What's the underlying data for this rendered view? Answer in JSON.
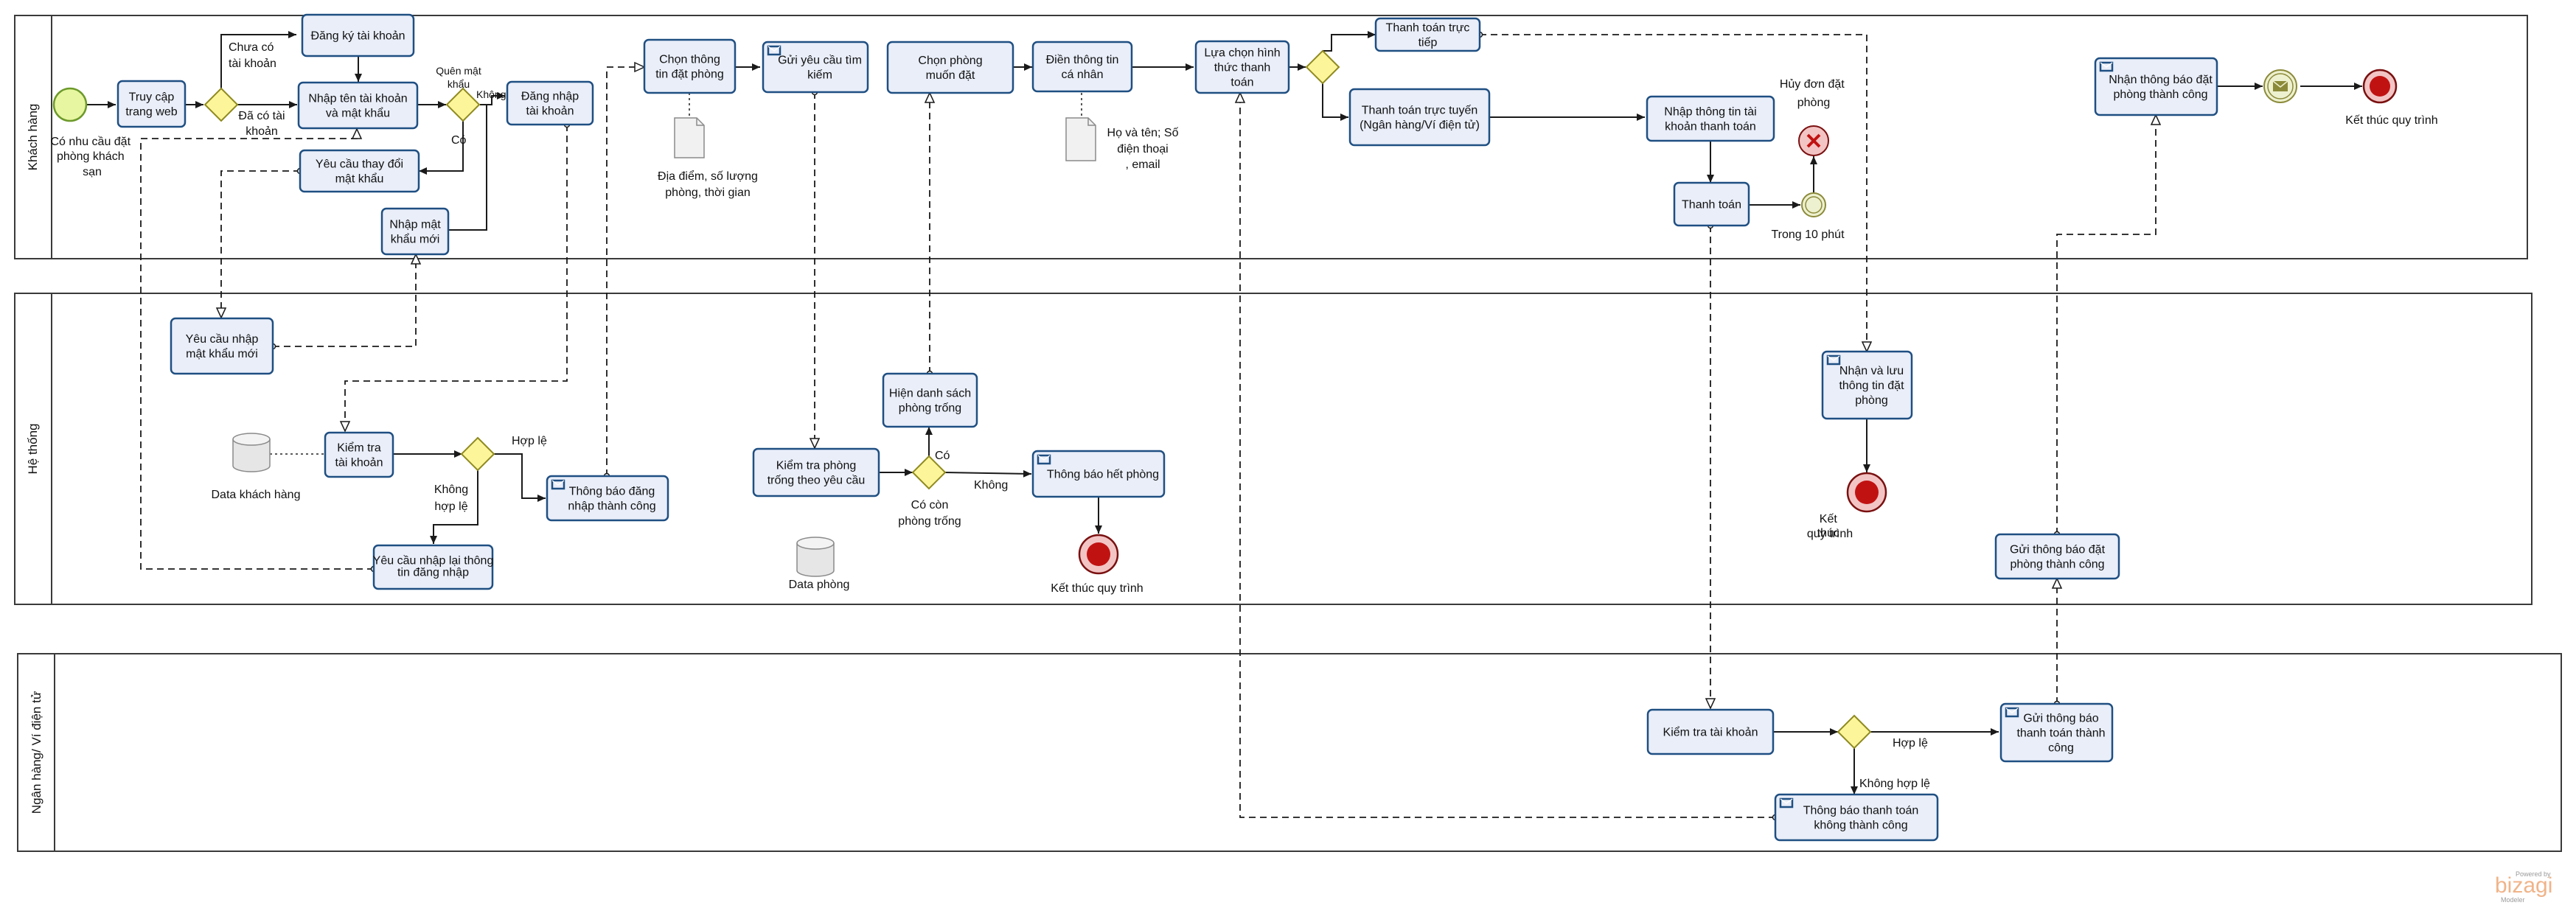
{
  "lanes": {
    "customer": "Khách hàng",
    "system": "Hệ thống",
    "bank": "Ngân hàng/ Ví điện tử"
  },
  "events": {
    "start": [
      "Có nhu cầu đặt",
      "phòng khách",
      "sạn"
    ],
    "end_customer": "Kết thúc quy trình",
    "cancel": [
      "Hủy đơn đặt",
      "phòng"
    ],
    "timer": "Trong 10 phút",
    "end_system_1": "Kết thúc quy trình",
    "end_system_2": [
      "Kết",
      "thúc",
      "quy trình"
    ]
  },
  "tasks": {
    "visit_web": [
      "Truy cập",
      "trang web"
    ],
    "register": [
      "Đăng ký tài khoản"
    ],
    "enter_credentials": [
      "Nhập tên tài khoản",
      "và mật khẩu"
    ],
    "request_change_pw": [
      "Yêu cầu thay đổi",
      "mật khẩu"
    ],
    "enter_new_pw": [
      "Nhập mật",
      "khẩu mới"
    ],
    "login": [
      "Đăng nhập",
      "tài khoản"
    ],
    "choose_booking_info": [
      "Chọn thông",
      "tin đặt phòng"
    ],
    "send_search": [
      "Gửi yêu cầu tìm",
      "kiếm"
    ],
    "choose_room": [
      "Chọn phòng",
      "muốn đặt"
    ],
    "fill_personal": [
      "Điền thông tin",
      "cá nhân"
    ],
    "choose_payment": [
      "Lựa chọn hình",
      "thức thanh",
      "toán"
    ],
    "pay_direct": [
      "Thanh toán trực",
      "tiếp"
    ],
    "pay_online": [
      "Thanh toán trực tuyến",
      "(Ngân hàng/Ví điện tử)"
    ],
    "enter_bank_info": [
      "Nhập thông tin tài",
      "khoản thanh toán"
    ],
    "pay": [
      "Thanh toán"
    ],
    "receive_success": [
      "Nhận thông báo đặt",
      "phòng thành công"
    ],
    "req_new_pw": [
      "Yêu cầu nhập",
      "mật khẩu mới"
    ],
    "check_account": [
      "Kiểm tra",
      "tài khoản"
    ],
    "re_enter": [
      "Yêu cầu nhập lại thông",
      "tin đăng nhập"
    ],
    "login_success": [
      "Thông báo đăng",
      "nhập thành công"
    ],
    "check_rooms": [
      "Kiểm tra phòng",
      "trống theo yêu cầu"
    ],
    "show_rooms": [
      "Hiện danh sách",
      "phòng trống"
    ],
    "out_of_rooms": [
      "Thông báo hết phòng"
    ],
    "save_booking": [
      "Nhận và lưu",
      "thông tin đặt",
      "phòng"
    ],
    "send_success": [
      "Gửi thông báo đặt",
      "phòng thành công"
    ],
    "bank_check": [
      "Kiểm tra tài khoản"
    ],
    "bank_success": [
      "Gửi thông báo",
      "thanh toán thành",
      "công"
    ],
    "bank_fail": [
      "Thông báo thanh toán",
      "không thành công"
    ]
  },
  "labels": {
    "no_account": [
      "Chưa có",
      "tài khoản"
    ],
    "has_account": [
      "Đã có tài",
      "khoản"
    ],
    "forgot_pw": [
      "Quên mật",
      "khẩu"
    ],
    "yes": "Có",
    "no": "Không",
    "valid": "Hợp lệ",
    "invalid": [
      "Không",
      "hợp lệ"
    ],
    "has_rooms": [
      "Có còn",
      "phòng trống"
    ],
    "yes_rooms": "Có",
    "no_rooms": "Không",
    "bank_valid": "Hợp lệ",
    "bank_invalid": "Không hợp lệ"
  },
  "artifacts": {
    "doc_booking": [
      "Địa điểm, số lượng",
      "phòng, thời gian"
    ],
    "doc_personal": [
      "Họ và tên; Số",
      "điện thoại",
      ", email"
    ],
    "db_customer": "Data khách  hàng",
    "db_room": "Data phòng"
  },
  "brand": {
    "powered": "Powered by",
    "name": "bizagi",
    "sub": "Modeler"
  }
}
